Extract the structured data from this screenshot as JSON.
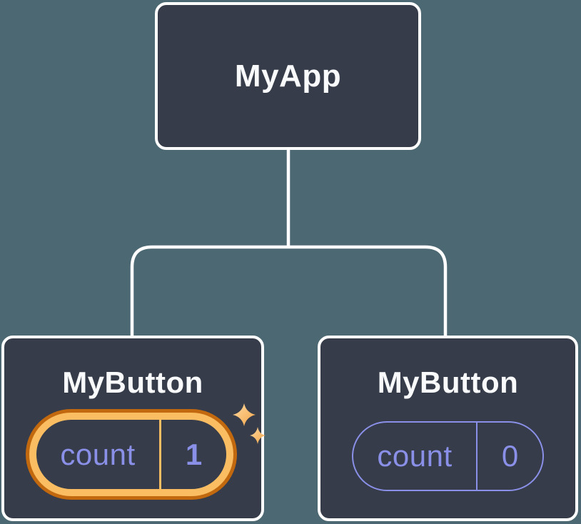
{
  "tree": {
    "root": {
      "label": "MyApp"
    },
    "children": [
      {
        "label": "MyButton",
        "state": {
          "key": "count",
          "value": "1"
        },
        "highlighted": true
      },
      {
        "label": "MyButton",
        "state": {
          "key": "count",
          "value": "0"
        },
        "highlighted": false
      }
    ]
  },
  "icons": {
    "sparkles": "sparkles-icon"
  },
  "colors": {
    "canvas_background": "#4C6872",
    "node_background": "#363C49",
    "node_border": "#FFFFFF",
    "connector_line": "#FFFFFF",
    "label_text": "#F9FAFB",
    "state_accent": "#8A90E8",
    "highlight_ring_outer": "#C2690F",
    "highlight_ring_inner": "#FABD62",
    "sparkle_light": "#FFD9A0",
    "sparkle_dark": "#F2A548"
  }
}
